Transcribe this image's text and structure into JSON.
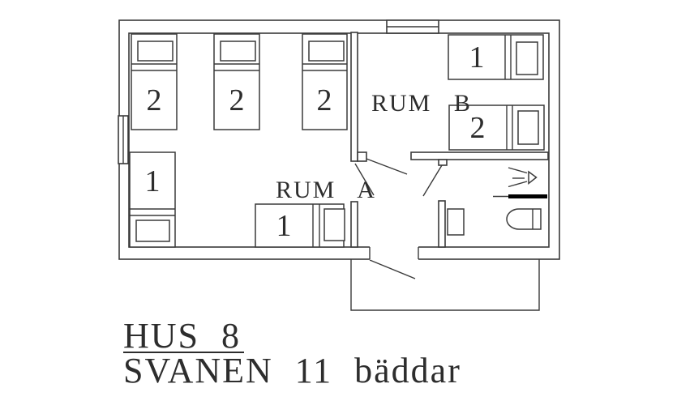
{
  "floor_plan": {
    "rooms": {
      "room_a": {
        "label": "RUM A"
      },
      "room_b": {
        "label": "RUM B"
      }
    },
    "beds": {
      "room_a_bunk_1": {
        "label": "2"
      },
      "room_a_bunk_2": {
        "label": "2"
      },
      "room_a_bunk_3": {
        "label": "2"
      },
      "room_a_single_window": {
        "label": "1"
      },
      "room_a_single_center": {
        "label": "1"
      },
      "room_b_single": {
        "label": "1"
      },
      "room_b_bunk": {
        "label": "2"
      }
    },
    "fixtures": {
      "shower": "shower-spray-icon",
      "toilet": "toilet-icon",
      "sink": "sink-icon",
      "windows": "window-icon",
      "doors": "door-swing-icon"
    },
    "colors": {
      "line": "#3a3a3a",
      "shower_screen": "#000000",
      "background": "#ffffff"
    }
  },
  "title_block": {
    "house_line": "HUS 8",
    "name_line": "SVANEN 11 bäddar"
  }
}
